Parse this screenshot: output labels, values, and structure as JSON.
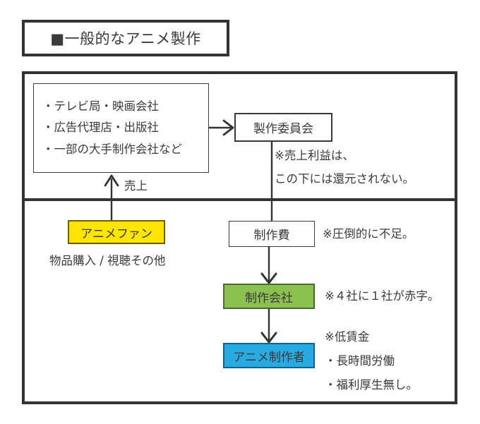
{
  "title": {
    "bullet_glyph": "■",
    "text": "■一般的なアニメ製作"
  },
  "diagram": {
    "upper_section": {
      "sponsors_box": {
        "lines": [
          "・テレビ局・映画会社",
          "・広告代理店・出版社",
          "・一部の大手制作会社など"
        ]
      },
      "committee_box": {
        "label": "製作委員会"
      },
      "committee_note": {
        "line1": "※売上利益は、",
        "line2": "この下には還元されない。"
      },
      "sales_arrow_label": "売上"
    },
    "lower_section": {
      "fan_box": {
        "label": "アニメファン",
        "color": "#FFE500"
      },
      "fan_caption": "物品購入 / 視聴その他",
      "cost_box": {
        "label": "制作費"
      },
      "cost_note": "※圧倒的に不足。",
      "studio_box": {
        "label": "制作会社",
        "color": "#8CC152"
      },
      "studio_note": "※４社に１社が赤字。",
      "animator_box": {
        "label": "アニメ制作者",
        "color": "#29ABE2"
      },
      "animator_notes": {
        "line1": "※低賃金",
        "line2": "・長時間労働",
        "line3": "・福利厚生無し。"
      }
    }
  },
  "colors": {
    "stroke": "#333333",
    "text": "#3a3a3a",
    "background": "#ffffff",
    "yellow": "#FFE500",
    "green": "#8CC152",
    "blue": "#29ABE2"
  }
}
